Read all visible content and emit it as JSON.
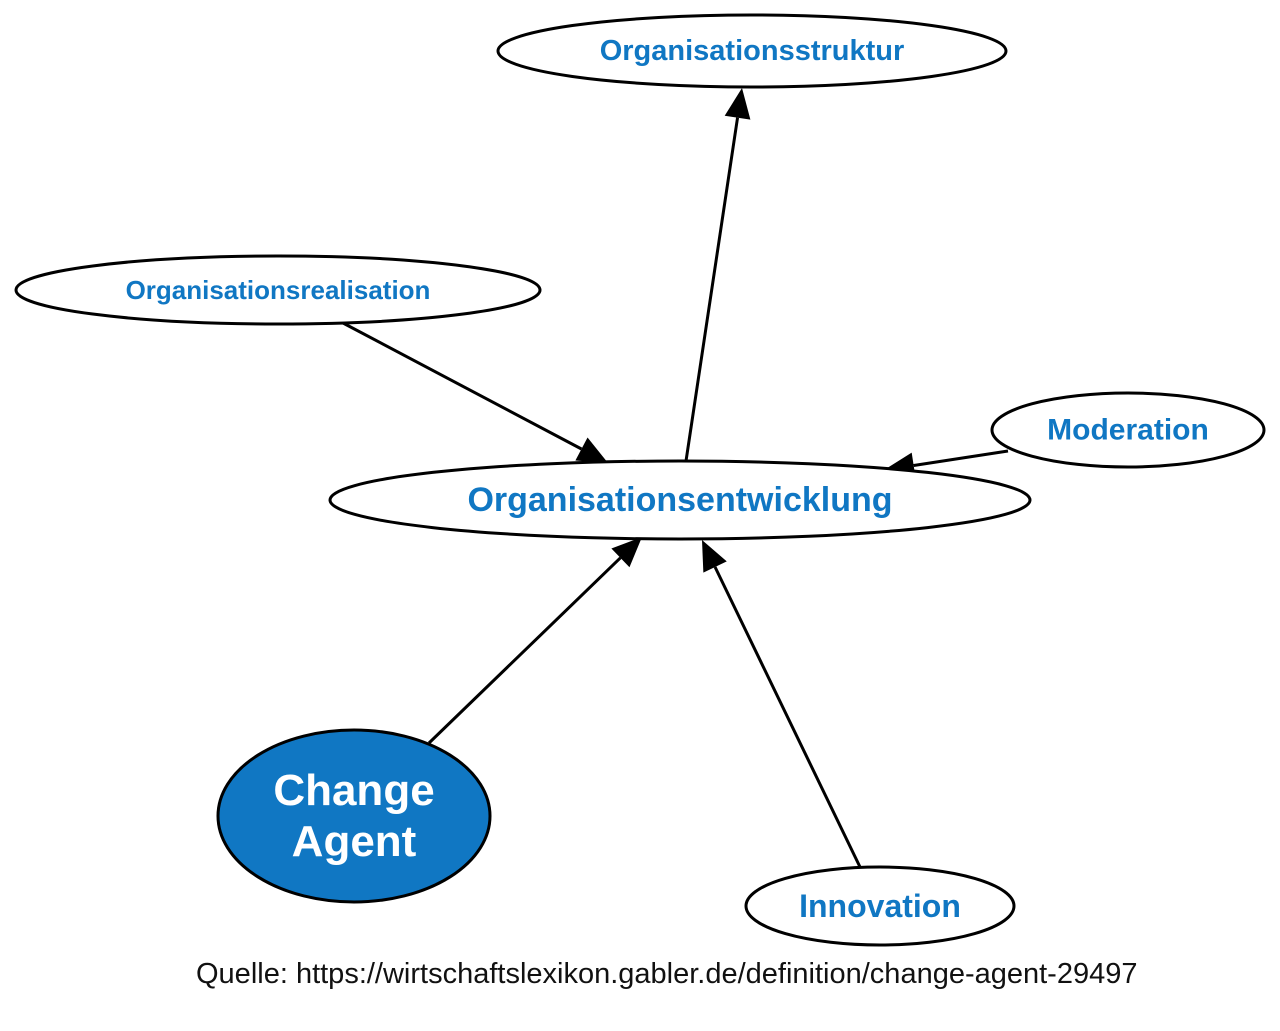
{
  "nodes": [
    {
      "id": "organisationsstruktur",
      "label": "Organisationsstruktur"
    },
    {
      "id": "organisationsrealisation",
      "label": "Organisationsrealisation"
    },
    {
      "id": "moderation",
      "label": "Moderation"
    },
    {
      "id": "organisationsentwicklung",
      "label": "Organisationsentwicklung"
    },
    {
      "id": "change-agent",
      "label": "Change Agent",
      "lines": [
        "Change",
        "Agent"
      ],
      "focus": true
    },
    {
      "id": "innovation",
      "label": "Innovation"
    }
  ],
  "edges": [
    {
      "from": "organisationsentwicklung",
      "to": "organisationsstruktur"
    },
    {
      "from": "organisationsrealisation",
      "to": "organisationsentwicklung"
    },
    {
      "from": "moderation",
      "to": "organisationsentwicklung"
    },
    {
      "from": "change-agent",
      "to": "organisationsentwicklung"
    },
    {
      "from": "innovation",
      "to": "organisationsentwicklung"
    }
  ],
  "colors": {
    "accent": "#1077c3",
    "focus_text": "#ffffff",
    "stroke": "#000000"
  },
  "source": "Quelle: https://wirtschaftslexikon.gabler.de/definition/change-agent-29497"
}
